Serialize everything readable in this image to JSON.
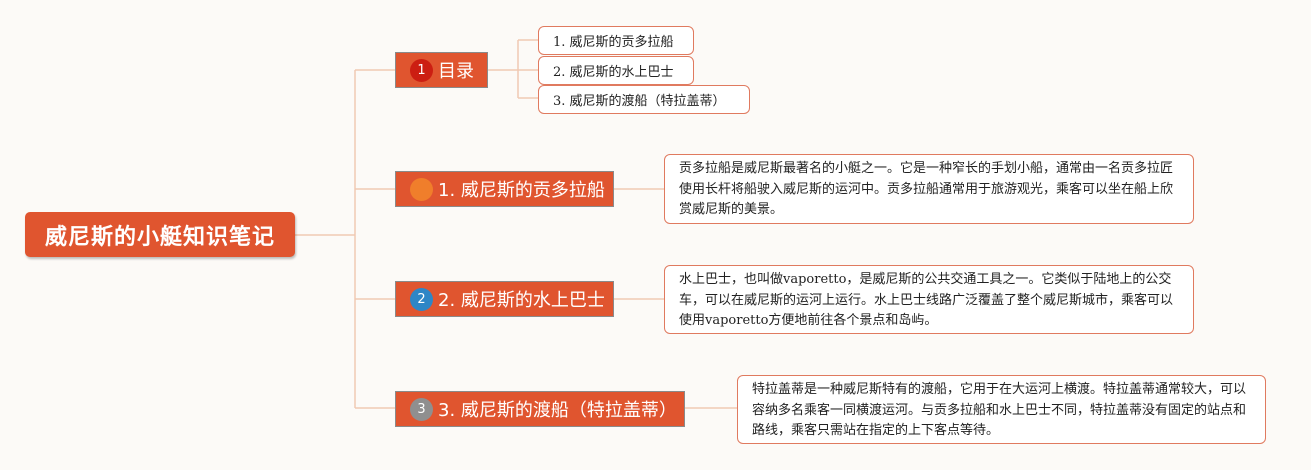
{
  "root": {
    "title": "威尼斯的小艇知识笔记"
  },
  "branches": [
    {
      "label": "目录",
      "badge": "1",
      "badge_color": "#cc1e12"
    },
    {
      "label": "1. 威尼斯的贡多拉船",
      "badge": "",
      "badge_color": "#f07e2b"
    },
    {
      "label": "2. 威尼斯的水上巴士",
      "badge": "2",
      "badge_color": "#2e86c6"
    },
    {
      "label": "3. 威尼斯的渡船（特拉盖蒂）",
      "badge": "3",
      "badge_color": "#8f8f8f"
    }
  ],
  "toc": [
    "1. 威尼斯的贡多拉船",
    "2. 威尼斯的水上巴士",
    "3. 威尼斯的渡船（特拉盖蒂）"
  ],
  "notes": [
    "贡多拉船是威尼斯最著名的小艇之一。它是一种窄长的手划小船，通常由一名贡多拉匠使用长杆将船驶入威尼斯的运河中。贡多拉船通常用于旅游观光，乘客可以坐在船上欣赏威尼斯的美景。",
    "水上巴士，也叫做vaporetto，是威尼斯的公共交通工具之一。它类似于陆地上的公交车，可以在威尼斯的运河上运行。水上巴士线路广泛覆盖了整个威尼斯城市，乘客可以使用vaporetto方便地前往各个景点和岛屿。",
    "特拉盖蒂是一种威尼斯特有的渡船，它用于在大运河上横渡。特拉盖蒂通常较大，可以容纳多名乘客一同横渡运河。与贡多拉船和水上巴士不同，特拉盖蒂没有固定的站点和路线，乘客只需站在指定的上下客点等待。"
  ],
  "colors": {
    "accent": "#e0552f",
    "connector": "#f0c9b3",
    "background": "#fcfaf7"
  }
}
